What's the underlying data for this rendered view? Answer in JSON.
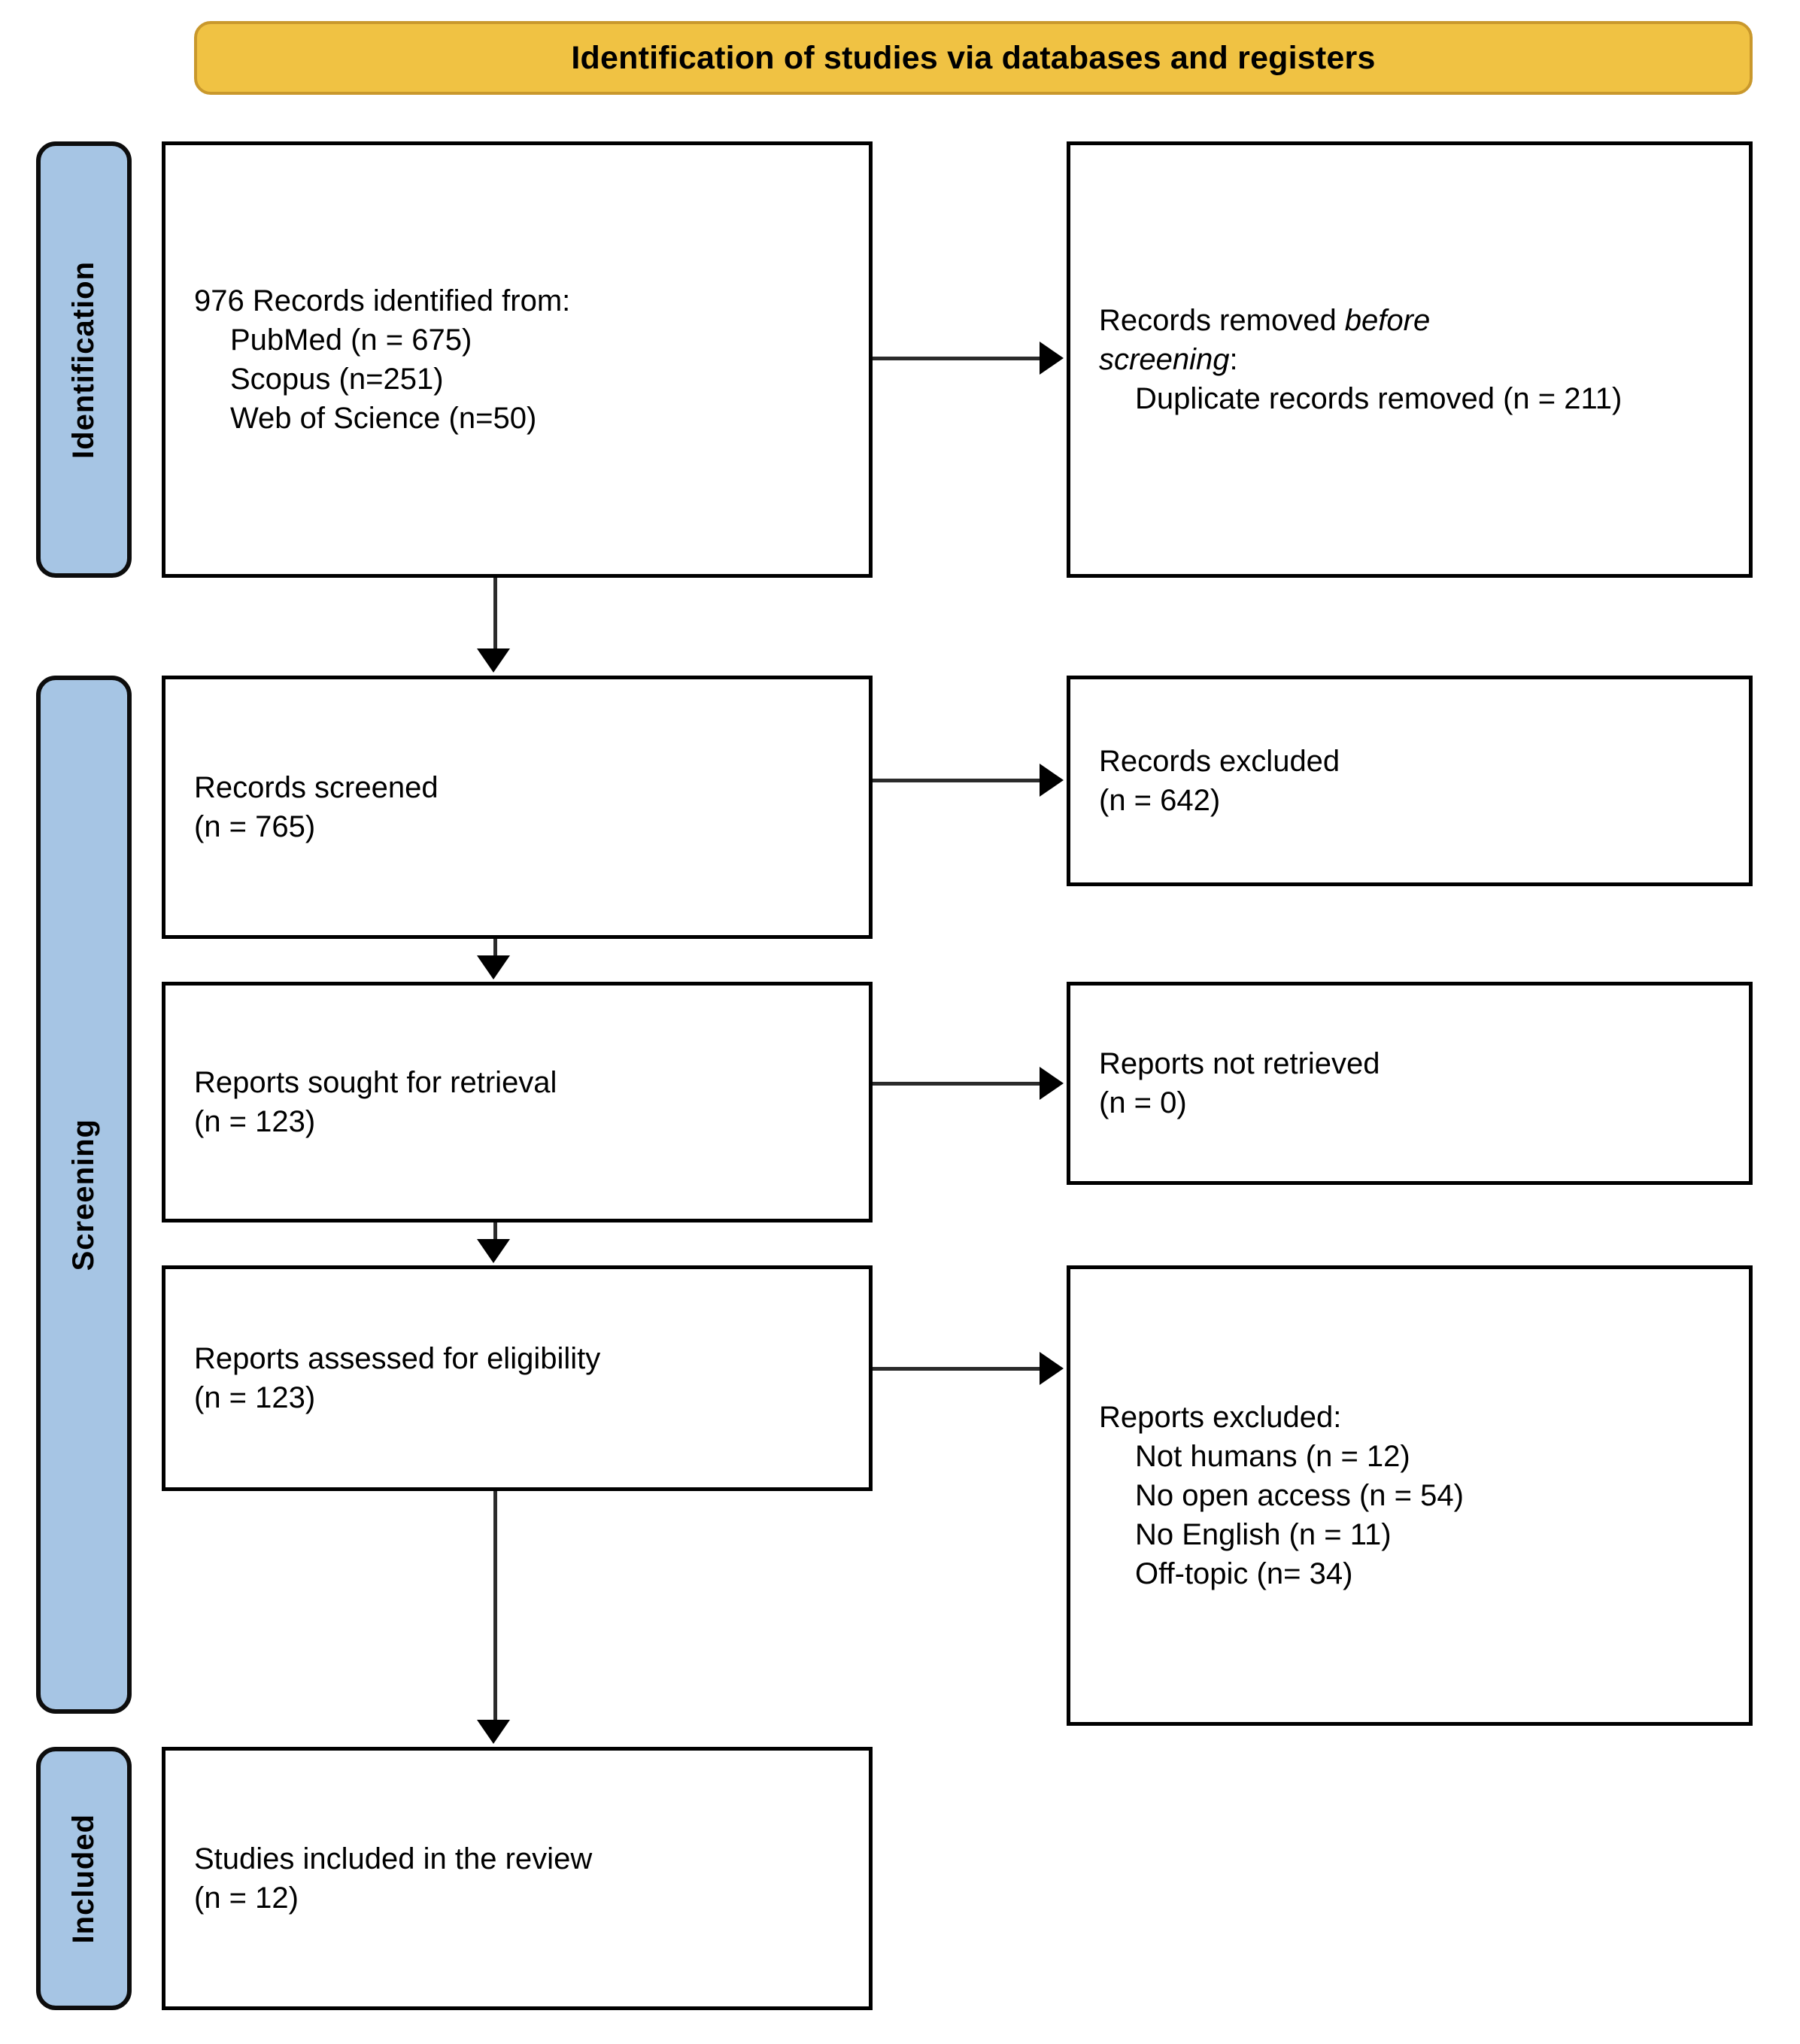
{
  "header": {
    "title": "Identification of studies via databases and registers",
    "background_color": "#F0C243",
    "border_color": "#C9982C"
  },
  "stages": {
    "identification": "Identification",
    "screening": "Screening",
    "included": "Included",
    "pill_color": "#A6C5E4"
  },
  "boxes": {
    "identified": {
      "line1": "976 Records identified from:",
      "line2": "PubMed (n = 675)",
      "line3": "Scopus (n=251)",
      "line4": "Web of Science (n=50)"
    },
    "removed": {
      "line1_a": "Records removed ",
      "line1_b": "before",
      "line2_italic": "screening",
      "line2_tail": ":",
      "line3": "Duplicate records removed (n = 211)"
    },
    "screened": {
      "line1": "Records screened",
      "line2": "(n = 765)"
    },
    "records_excluded": {
      "line1": "Records excluded",
      "line2": "(n = 642)"
    },
    "sought": {
      "line1": "Reports sought for retrieval",
      "line2": "(n = 123)"
    },
    "not_retrieved": {
      "line1": "Reports not retrieved",
      "line2": "(n = 0)"
    },
    "assessed": {
      "line1": "Reports assessed for eligibility",
      "line2": "(n = 123)"
    },
    "reports_excluded": {
      "line1": "Reports excluded:",
      "line2": "Not humans (n = 12)",
      "line3": "No open access (n = 54)",
      "line4": "No English (n = 11)",
      "line5": "Off-topic (n= 34)"
    },
    "included": {
      "line1": "Studies included in the review",
      "line2": "(n = 12)"
    }
  },
  "chart_data": {
    "type": "diagram",
    "title": "Identification of studies via databases and registers",
    "nodes": [
      {
        "id": "identified",
        "stage": "Identification",
        "label": "976 Records identified from: PubMed (n = 675); Scopus (n=251); Web of Science (n=50)",
        "n": 976
      },
      {
        "id": "removed",
        "stage": "Identification",
        "label": "Records removed before screening: Duplicate records removed (n = 211)",
        "n": 211
      },
      {
        "id": "screened",
        "stage": "Screening",
        "label": "Records screened",
        "n": 765
      },
      {
        "id": "records_excluded",
        "stage": "Screening",
        "label": "Records excluded",
        "n": 642
      },
      {
        "id": "sought",
        "stage": "Screening",
        "label": "Reports sought for retrieval",
        "n": 123
      },
      {
        "id": "not_retrieved",
        "stage": "Screening",
        "label": "Reports not retrieved",
        "n": 0
      },
      {
        "id": "assessed",
        "stage": "Screening",
        "label": "Reports assessed for eligibility",
        "n": 123
      },
      {
        "id": "reports_excluded",
        "stage": "Screening",
        "label": "Reports excluded",
        "breakdown": [
          {
            "reason": "Not humans",
            "n": 12
          },
          {
            "reason": "No open access",
            "n": 54
          },
          {
            "reason": "No English",
            "n": 11
          },
          {
            "reason": "Off-topic",
            "n": 34
          }
        ]
      },
      {
        "id": "included",
        "stage": "Included",
        "label": "Studies included in the review",
        "n": 12
      }
    ],
    "edges": [
      {
        "from": "identified",
        "to": "removed",
        "direction": "right"
      },
      {
        "from": "identified",
        "to": "screened",
        "direction": "down"
      },
      {
        "from": "screened",
        "to": "records_excluded",
        "direction": "right"
      },
      {
        "from": "screened",
        "to": "sought",
        "direction": "down"
      },
      {
        "from": "sought",
        "to": "not_retrieved",
        "direction": "right"
      },
      {
        "from": "sought",
        "to": "assessed",
        "direction": "down"
      },
      {
        "from": "assessed",
        "to": "reports_excluded",
        "direction": "right"
      },
      {
        "from": "assessed",
        "to": "included",
        "direction": "down"
      }
    ]
  }
}
